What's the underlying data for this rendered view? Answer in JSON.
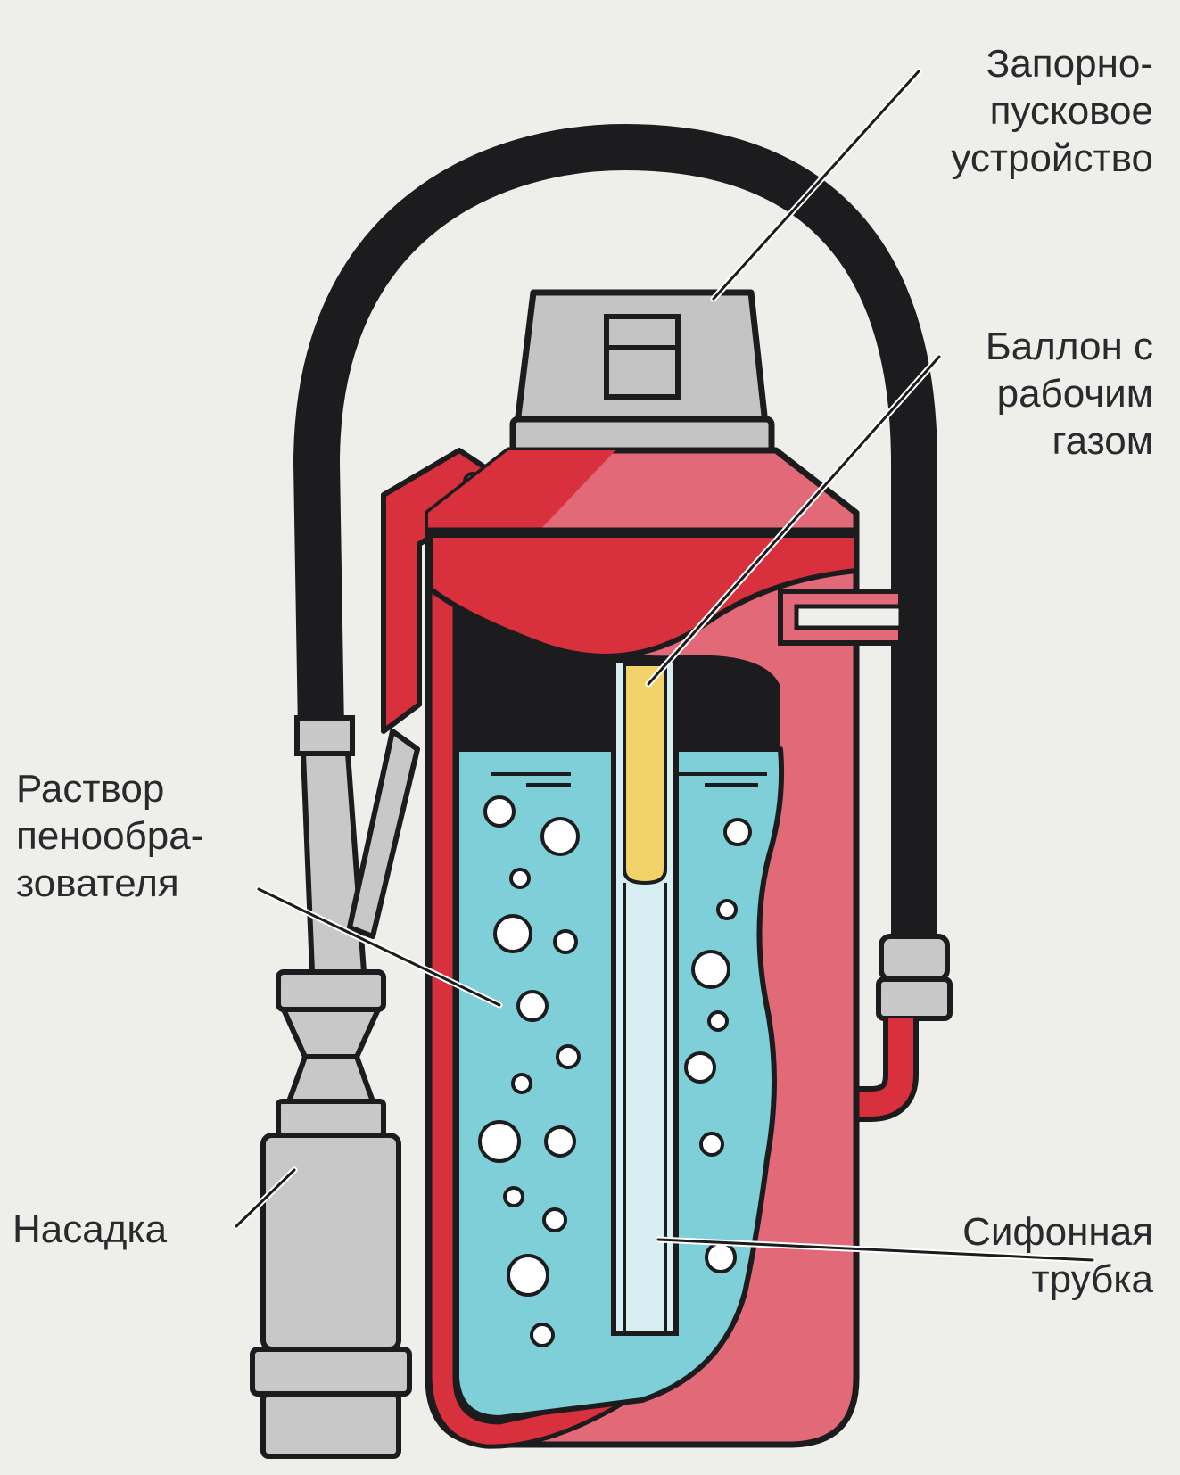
{
  "labels": {
    "valve": {
      "lines": [
        "Запорно-",
        "пусковое",
        "устройство"
      ]
    },
    "cartridge": {
      "lines": [
        "Баллон с",
        "рабочим",
        "газом"
      ]
    },
    "solution": {
      "lines": [
        "Раствор",
        "пенообра-",
        "зователя"
      ]
    },
    "nozzle": {
      "lines": [
        "Насадка"
      ]
    },
    "siphon": {
      "lines": [
        "Сифонная",
        "трубка"
      ]
    }
  },
  "colors": {
    "background": "#eeeeea",
    "body_red": "#d8303c",
    "body_pink": "#e26a78",
    "liquid": "#7ecfd8",
    "gas_cartridge": "#f2d36a",
    "metal_gray": "#c4c4c4",
    "hose_black": "#1c1c1e",
    "text": "#2a2a2e"
  }
}
